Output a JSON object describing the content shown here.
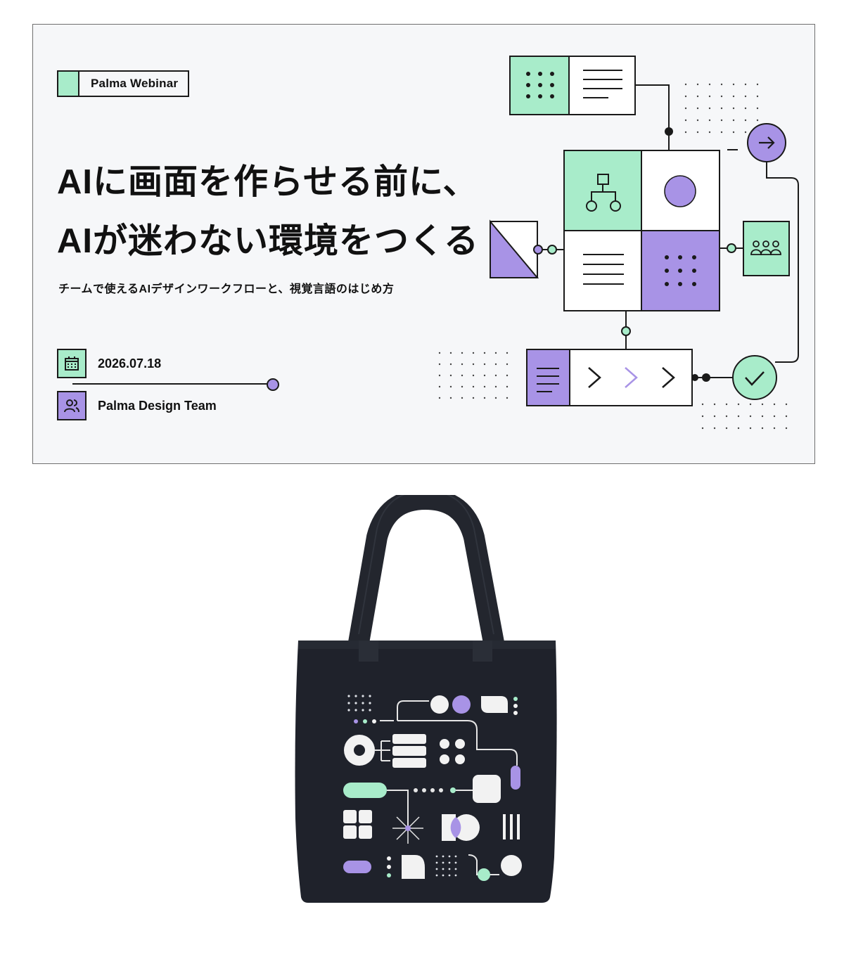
{
  "banner": {
    "badge": "Palma Webinar",
    "headline": [
      "AIに画面を作らせる前に、",
      "AIが迷わない環境をつくる"
    ],
    "subtitle": "チームで使えるAIデザインワークフローと、視覚言語のはじめ方",
    "date": "2026.07.18",
    "team": "Palma Design Team"
  },
  "colors": {
    "mint": "#a8ecca",
    "lavender": "#a893e6",
    "ink": "#1a1a1a",
    "background": "#f6f7f9",
    "bag": "#1f222b"
  },
  "icons": {
    "date": "calendar-icon",
    "team": "people-icon",
    "diagram": [
      "dot-grid-icon",
      "text-lines-icon",
      "hierarchy-icon",
      "circle-icon",
      "arrow-right-icon",
      "group-icon",
      "check-icon",
      "chevron-icon"
    ]
  }
}
